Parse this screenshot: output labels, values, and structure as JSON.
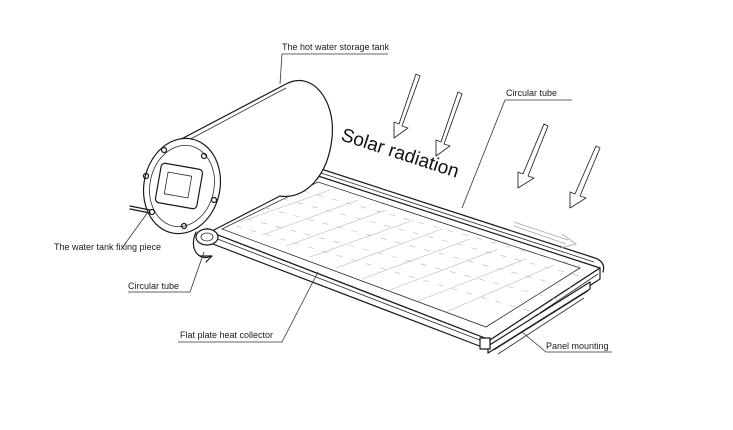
{
  "labels": {
    "tank": "The hot water storage tank",
    "circular_tube_top": "Circular tube",
    "solar_radiation": "Solar radiation",
    "fixing_piece": "The water tank fixing piece",
    "circular_tube_left": "Circular tube",
    "collector": "Flat plate heat collector",
    "mounting": "Panel mounting"
  }
}
